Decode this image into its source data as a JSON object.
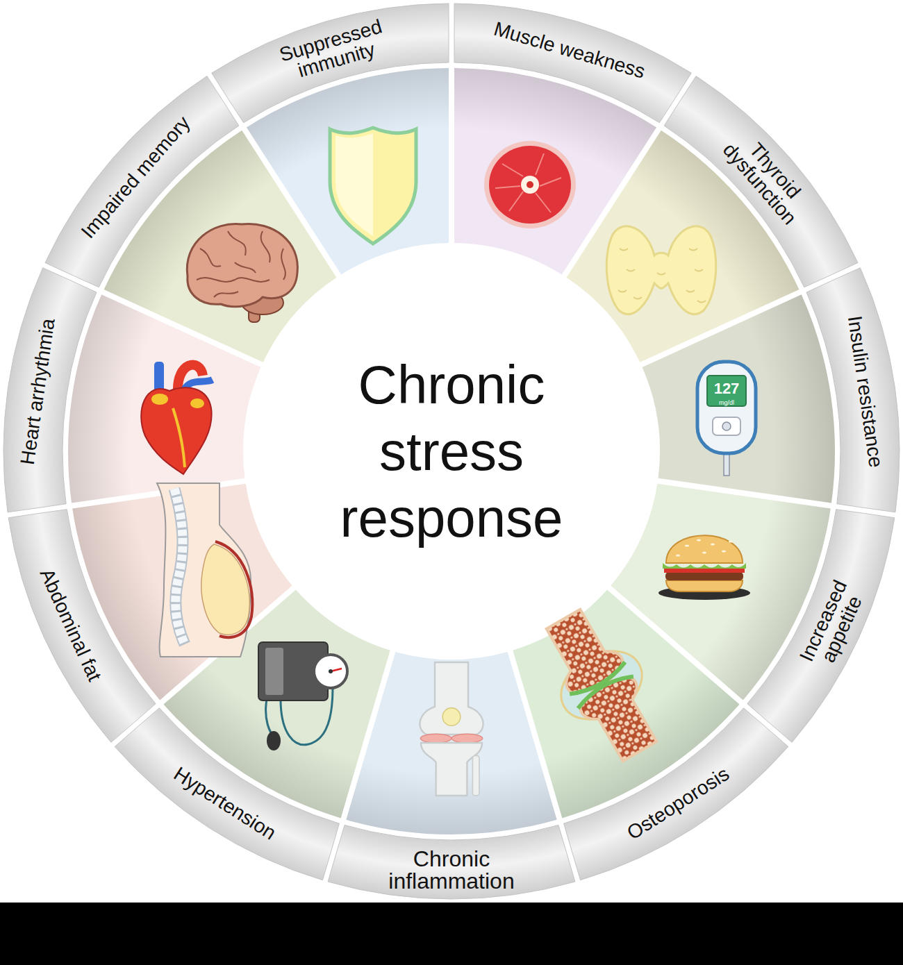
{
  "diagram": {
    "nodes": [
      {
        "text": [
          "Chronic stress response"
        ]
      },
      {
        "text": [
          "Suppressed immunity"
        ]
      },
      {
        "text": [
          "Muscle weakness"
        ]
      },
      {
        "text": [
          "Thyroid dysfunction"
        ]
      },
      {
        "text": [
          "Insulin resistance"
        ]
      },
      {
        "text": [
          "Increased appetite"
        ]
      },
      {
        "text": [
          "Osteoporosis"
        ]
      },
      {
        "text": [
          "Chronic inflammation"
        ]
      },
      {
        "text": [
          "Hypertension"
        ]
      },
      {
        "text": [
          "Abdominal fat"
        ]
      },
      {
        "text": [
          "Heart arrhythmia"
        ]
      },
      {
        "text": [
          "Impaired memory"
        ]
      }
    ],
    "labels": [
      "127",
      "mg/dl"
    ]
  }
}
